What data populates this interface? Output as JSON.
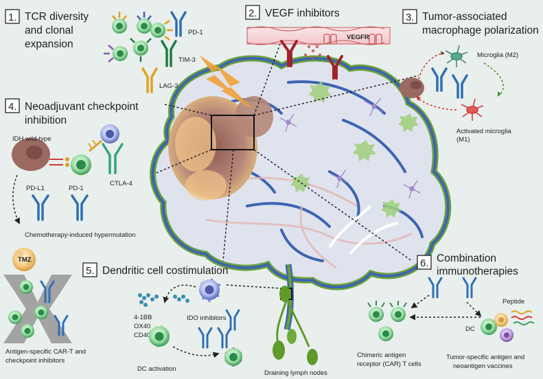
{
  "sections": [
    {
      "number": "1.",
      "lines": [
        "TCR diversity",
        "and clonal",
        "expansion"
      ]
    },
    {
      "number": "2.",
      "lines": [
        "VEGF inhibitors"
      ]
    },
    {
      "number": "3.",
      "lines": [
        "Tumor-associated",
        "macrophage polarization"
      ]
    },
    {
      "number": "4.",
      "lines": [
        "Neoadjuvant checkpoint",
        "inhibition"
      ]
    },
    {
      "number": "5.",
      "lines": [
        "Dendritic cell costimulation"
      ]
    },
    {
      "number": "6.",
      "lines": [
        "Combination",
        "immunotherapies"
      ]
    }
  ],
  "labels": {
    "pd1_top": "PD-1",
    "tim3": "TIM-3",
    "lag3": "LAG-3",
    "vegfr": "VEGFR",
    "microglia_m2": "Microglia (M2)",
    "activated_microglia_line1": "Activated microglia",
    "activated_microglia_line2": "(M1)",
    "idh_wildtype": "IDH wild-type",
    "pdl1": "PD-L1",
    "pd1_left": "PD-1",
    "ctla4": "CTLA-4",
    "chemo_hypermutation": "Chemotherapy-induced hypermutation",
    "tmz": "TMZ",
    "car_t_line1": "Antigen-specific CAR-T and",
    "car_t_line2": "checkpoint inhibitors",
    "costim_4_1bb": "4-1BB",
    "costim_ox40": "OX40",
    "costim_cd40": "CD40",
    "ido_inhibitors": "IDO inhibitors",
    "dc_activation": "DC activation",
    "draining_lymph_nodes": "Draining lymph nodes",
    "chimeric_line1": "Chimeric antigen",
    "chimeric_line2": "receptor (CAR) T cells",
    "peptide": "Peptide",
    "dc": "DC",
    "vaccine_line1": "Tumor-specific antigen and",
    "vaccine_line2": "neoantigen vaccines"
  },
  "colors": {
    "background": "#e9efec",
    "brain_fill": "#dfe3ee",
    "brain_outline_outer": "#6aa03a",
    "brain_outline_inner": "#3d64b0",
    "tumor": "#a5756a",
    "tumor_edge": "#f2c48a",
    "lightning": "#f0a23a",
    "pd1_blue": "#2f6eb5",
    "tim3_green": "#1f7a45",
    "lag3_orange": "#e0a020",
    "ctla4_teal": "#34a27e",
    "vegf_red": "#a0242a",
    "t_cell_green": "#3aa25a",
    "dc_purple": "#8a5fb0",
    "lymph_node": "#5f9a2a"
  }
}
